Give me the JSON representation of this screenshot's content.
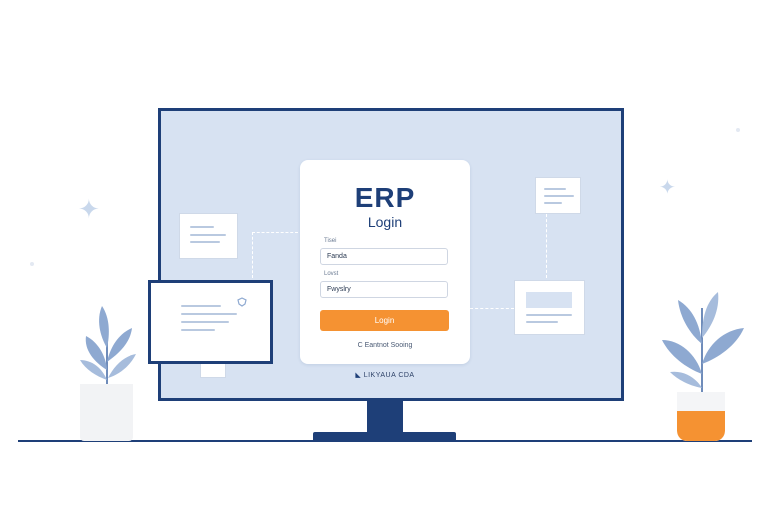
{
  "login": {
    "title": "ERP",
    "subtitle": "Login",
    "username_label": "Tisei",
    "username_value": "Fanda",
    "password_label": "Lovst",
    "password_value": "Fwyslry",
    "button_label": "Login",
    "footer_link": "C Eantnot Sooing"
  },
  "brand": {
    "text": "LIKYAUA CDA"
  },
  "colors": {
    "primary": "#1e3f78",
    "accent": "#f59232",
    "screen_bg": "#d7e2f2",
    "leaf": "#8ea9d1"
  },
  "icons": {
    "brand": "logo-mark-icon",
    "shield": "shield-icon",
    "sparkle": "sparkle-icon"
  }
}
